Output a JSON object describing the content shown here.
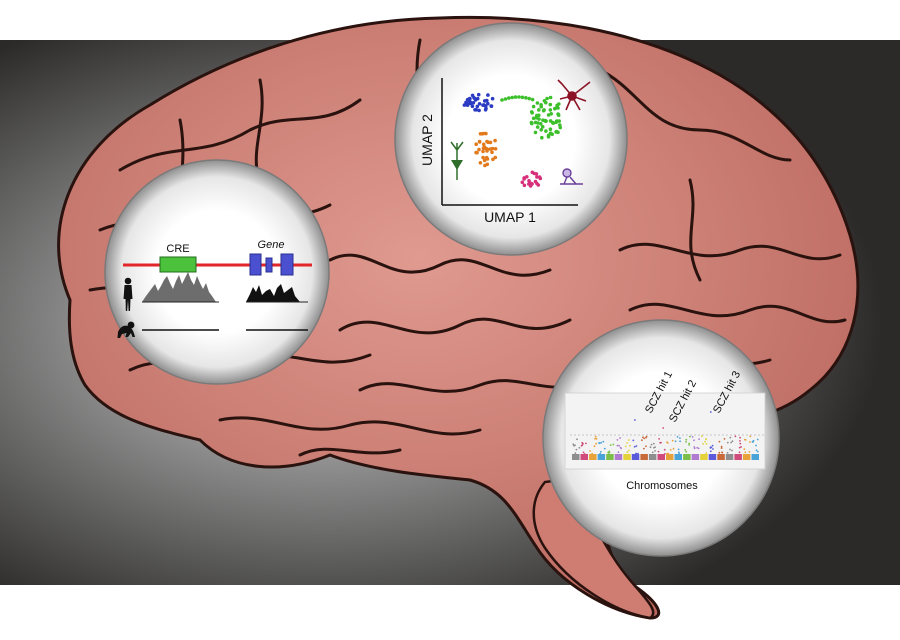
{
  "colors": {
    "background": "#2b2a29",
    "brain": "#d9897f",
    "brain_shadow": "#a6574f",
    "gyri_lines": "#2a120e",
    "lens_fill": "#ffffff",
    "lens_rim": "#8f8f8f",
    "dna_line": "#e2262a",
    "cre_box": "#4cc23c",
    "gene_exon": "#4a50d0",
    "track_human": "#6d6d6d",
    "track_gene": "#111111",
    "umap_clusters": [
      "#2b3ac2",
      "#e27a1c",
      "#3dbf2c",
      "#d6307a"
    ],
    "neuron_red": "#8c1326",
    "neuron_green": "#2f6e2a",
    "neuron_purple": "#6a3f99"
  },
  "icons": [
    "human-silhouette-icon",
    "chimpanzee-silhouette-icon",
    "astrocyte-icon",
    "pyramidal-neuron-icon",
    "microglia-icon"
  ],
  "epigenome_lens": {
    "cre_label": "CRE",
    "gene_label": "Gene"
  },
  "umap_lens": {
    "x_axis_label": "UMAP 1",
    "y_axis_label": "UMAP 2"
  },
  "gwas_lens": {
    "x_axis_label": "Chromosomes",
    "hits": [
      "SCZ hit 1",
      "SCZ hit 2",
      "SCZ hit 3"
    ]
  }
}
